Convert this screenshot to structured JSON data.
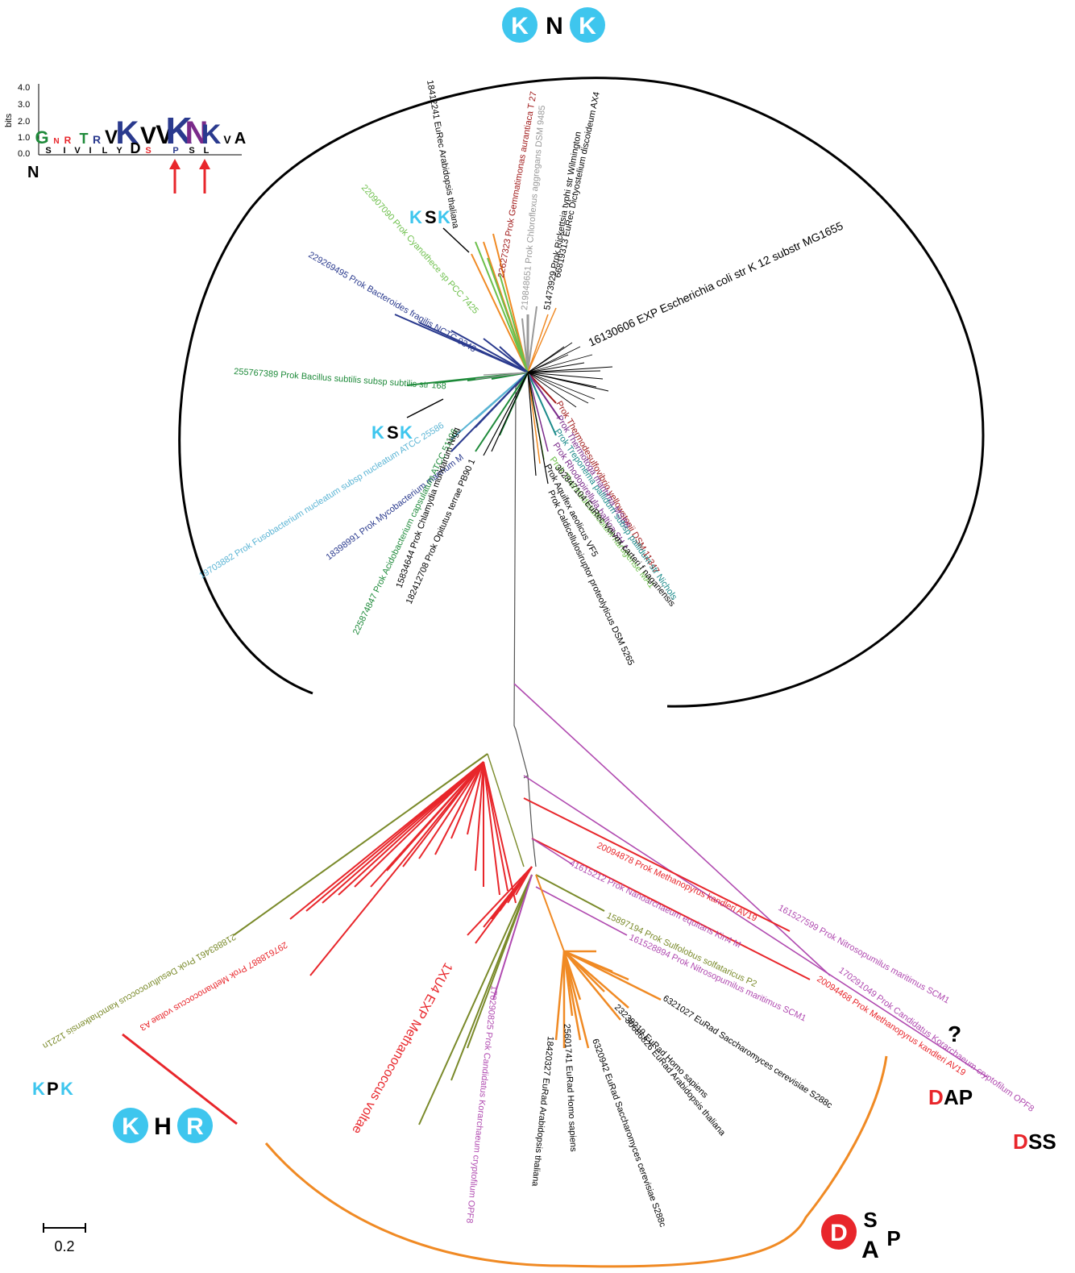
{
  "colors": {
    "cyan": "#3ec6ee",
    "red": "#e8262b",
    "orange": "#f08a24",
    "olive": "#7a8a2a",
    "magenta": "#b04ab0",
    "dark_blue": "#2a3a8e",
    "dark_green": "#1e8a3a",
    "light_green": "#6cbf4a",
    "grey": "#999999",
    "teal": "#1a8a8a",
    "dark_red": "#a01a1a",
    "light_blue": "#5ab4d4",
    "purple": "#7a2a8a",
    "black": "#000000"
  },
  "logo": {
    "y_axis_label": "bits",
    "ticks": [
      "4.0",
      "3.0",
      "2.0",
      "1.0",
      "0.0"
    ],
    "n_label": "N",
    "top_letters": [
      "G",
      "N",
      "R",
      "T",
      "R",
      "V",
      "K",
      "V",
      "V",
      "K",
      "N",
      "K",
      "V",
      "A"
    ],
    "bottom_letters": [
      "S",
      "I",
      "V",
      "I",
      "L",
      "Y",
      "D",
      "S",
      "P",
      "S",
      "L"
    ]
  },
  "motifs": {
    "knk": {
      "first": "K",
      "middle": "N",
      "last": "K"
    },
    "ksk_top": {
      "first": "K",
      "middle": "S",
      "last": "K"
    },
    "ksk_bottom": {
      "first": "K",
      "middle": "S",
      "last": "K"
    },
    "kpk": {
      "first": "K",
      "middle": "P",
      "last": "K"
    },
    "khr": {
      "first": "K",
      "middle": "H",
      "last": "R"
    },
    "dap": {
      "first": "D",
      "rest": "AP"
    },
    "dss": {
      "first": "D",
      "rest": "SS"
    },
    "dsap": {
      "first": "D",
      "top": "S",
      "bottom": "A",
      "last": "P"
    },
    "question": "?"
  },
  "scale_bar": {
    "value": "0.2"
  },
  "taxa": [
    {
      "text": "18412241 EuRec Arabidopsis thaliana",
      "color": "black"
    },
    {
      "text": "22627323 Prok Gemmatimonas aurantiaca T 27",
      "color": "dark_red"
    },
    {
      "text": "219848651 Prok Chloroflexus aggregans DSM 9485",
      "color": "grey"
    },
    {
      "text": "51473929 Prok Rickettsia typhi str  Wilmington",
      "color": "black"
    },
    {
      "text": "66819313 EuRec Dictyostelium discoideum AX4",
      "color": "black"
    },
    {
      "text": "16130606 EXP Escherichia coli str  K 12 substr  MG1655",
      "color": "black"
    },
    {
      "text": "220907090 Prok Cyanothece sp  PCC 7425",
      "color": "light_green"
    },
    {
      "text": "229269495 Prok Bacteroides fragilis NCTC 9343",
      "color": "dark_blue"
    },
    {
      "text": "255767389 Prok Bacillus subtilis subsp  subtilis str  168",
      "color": "dark_green"
    },
    {
      "text": "19703882 Prok Fusobacterium nucleatum subsp  nucleatum ATCC 25586",
      "color": "light_blue"
    },
    {
      "text": "18398991 Prok Mycobacterium marinum M",
      "color": "dark_blue"
    },
    {
      "text": "225874847 Prok Acidobacterium capsulatum ATCC 51196",
      "color": "dark_green"
    },
    {
      "text": "15834644 Prok Chlamydia muridarum Nigg",
      "color": "black"
    },
    {
      "text": "182412708 Prok Opitutus terrae PB90 1",
      "color": "black"
    },
    {
      "text": "Prok Thermodesulfovibrio yellowstonii DSM 11347",
      "color": "dark_red"
    },
    {
      "text": "Prok Thermotoga maritima MSB8",
      "color": "purple"
    },
    {
      "text": "Prok Treponema pallidum subsp  pallidum str  Nichols",
      "color": "teal"
    },
    {
      "text": "Prok Rhodopirellula baltica SH 1",
      "color": "purple"
    },
    {
      "text": "Prok Thermodesulfobium narugense MA1",
      "color": "light_green"
    },
    {
      "text": "302847104 EuRec Volvox carteri f  nagariensis",
      "color": "black"
    },
    {
      "text": "Prok Aquifex aeolicus VF5",
      "color": "black"
    },
    {
      "text": "Prok Caldicellulosiruptor proteolyticus DSM 5265",
      "color": "black"
    },
    {
      "text": "218883461 Prok Desulfurococcus kamchatkensis 1221n",
      "color": "olive"
    },
    {
      "text": "297618887 Prok Methanococcus voltae A3",
      "color": "red"
    },
    {
      "text": "1XU4 EXP Methanococcus voltae",
      "color": "red"
    },
    {
      "text": "170290825 Prok Candidatus Korarchaeum cryptofilum OPF8",
      "color": "magenta"
    },
    {
      "text": "20094878 Prok Methanopyrus kandleri AV19",
      "color": "red"
    },
    {
      "text": "41615212 Prok Nanoarchaeum equitans Kin4 M",
      "color": "magenta"
    },
    {
      "text": "15897194 Prok Sulfolobus solfataricus P2",
      "color": "olive"
    },
    {
      "text": "161528894 Prok Nitrosopumilus maritimus SCM1",
      "color": "magenta"
    },
    {
      "text": "161527599 Prok Nitrosopumilus maritimus SCM1",
      "color": "magenta"
    },
    {
      "text": "170291049 Prok Candidatus Korarchaeum cryptofilum OPF8",
      "color": "magenta"
    },
    {
      "text": "20094468 Prok Methanopyrus kandleri AV19",
      "color": "red"
    },
    {
      "text": "6321027 EuRad Saccharomyces cerevisiae S288c",
      "color": "black"
    },
    {
      "text": "23238219 EuRad Homo sapiens",
      "color": "black"
    },
    {
      "text": "30686826 EuRad Arabidopsis thaliana",
      "color": "black"
    },
    {
      "text": "18420327 EuRad Arabidopsis thaliana",
      "color": "black"
    },
    {
      "text": "25601741 EuRad Homo sapiens",
      "color": "black"
    },
    {
      "text": "6320942 EuRad Saccharomyces cerevisiae S288c",
      "color": "black"
    }
  ]
}
